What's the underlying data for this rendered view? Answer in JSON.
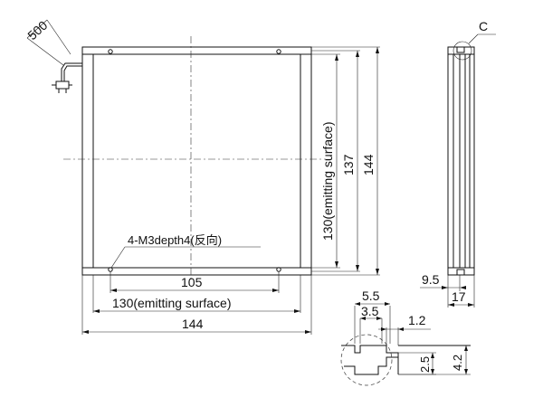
{
  "cable": {
    "length_label": "500"
  },
  "front_view": {
    "label_width_outer": "144",
    "label_width_emitting": "130(emitting surface)",
    "label_hole_pitch_x": "105",
    "label_height_outer": "144",
    "label_height_inner": "137",
    "label_height_emitting": "130(emitting surface)",
    "label_mount_holes": "4-M3depth4(反向)"
  },
  "side_view": {
    "label_detail_ref": "C",
    "label_offset": "9.5",
    "label_thickness": "17"
  },
  "detail_c": {
    "label_top_width": "5.5",
    "label_slot_width": "3.5",
    "label_lip": "1.2",
    "label_slot_depth": "2.5",
    "label_total_depth": "4.2"
  }
}
